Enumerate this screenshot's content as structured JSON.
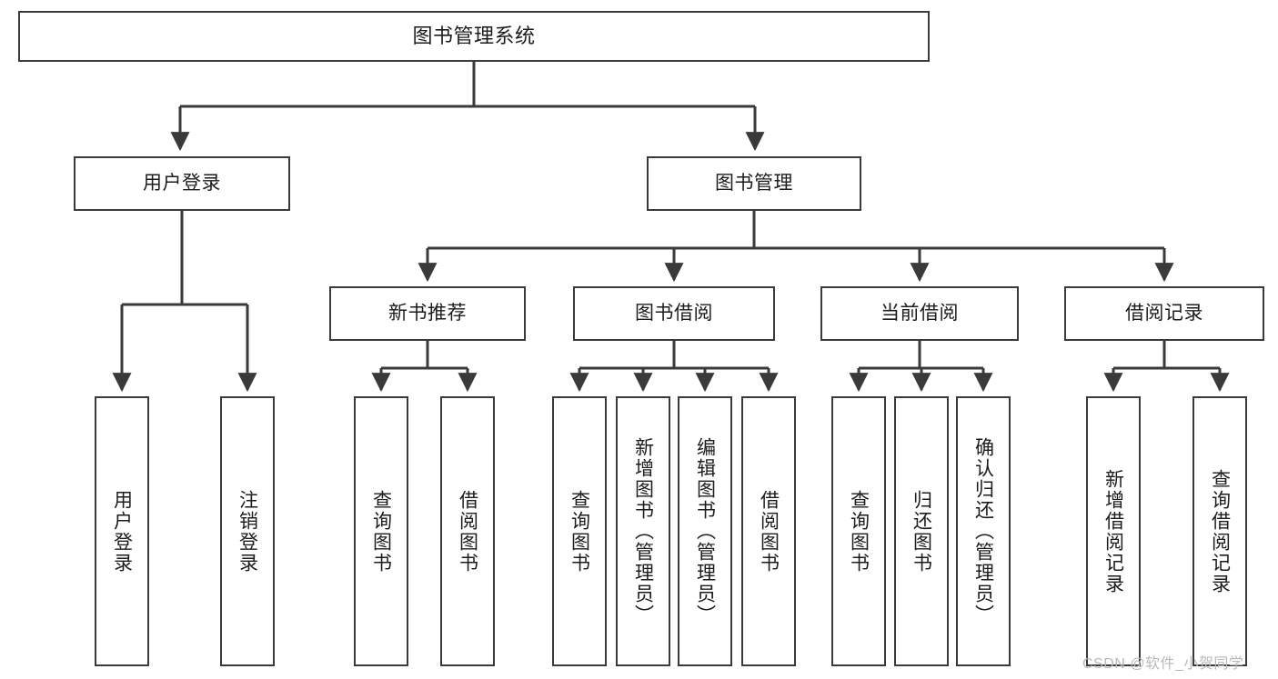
{
  "diagram": {
    "title": "图书管理系统",
    "type": "tree-hierarchy-diagram",
    "colors": {
      "stroke": "#3a3a3a",
      "fill": "#ffffff",
      "text": "#1c1c1c",
      "watermark": "#b9b9b9"
    },
    "nodes": {
      "root": {
        "label": "图书管理系统"
      },
      "level2": [
        {
          "id": "user-login",
          "label": "用户登录"
        },
        {
          "id": "book-management",
          "label": "图书管理"
        }
      ],
      "level3": [
        {
          "id": "new-book-recommend",
          "label": "新书推荐"
        },
        {
          "id": "book-borrow",
          "label": "图书借阅"
        },
        {
          "id": "current-borrow",
          "label": "当前借阅"
        },
        {
          "id": "borrow-record",
          "label": "借阅记录"
        }
      ],
      "leaves": [
        {
          "id": "user-login-leaf",
          "label": "用户登录",
          "parent": "user-login"
        },
        {
          "id": "logout-leaf",
          "label": "注销登录",
          "parent": "user-login"
        },
        {
          "id": "query-book-1",
          "label": "查询图书",
          "parent": "new-book-recommend"
        },
        {
          "id": "borrow-book-1",
          "label": "借阅图书",
          "parent": "new-book-recommend"
        },
        {
          "id": "query-book-2",
          "label": "查询图书",
          "parent": "book-borrow"
        },
        {
          "id": "add-book",
          "label": "新增图书（管理员）",
          "parent": "book-borrow"
        },
        {
          "id": "edit-book",
          "label": "编辑图书（管理员）",
          "parent": "book-borrow"
        },
        {
          "id": "borrow-book-2",
          "label": "借阅图书",
          "parent": "book-borrow"
        },
        {
          "id": "query-book-3",
          "label": "查询图书",
          "parent": "current-borrow"
        },
        {
          "id": "return-book",
          "label": "归还图书",
          "parent": "current-borrow"
        },
        {
          "id": "confirm-return",
          "label": "确认归还（管理员）",
          "parent": "current-borrow"
        },
        {
          "id": "add-borrow-record",
          "label": "新增借阅记录",
          "parent": "borrow-record"
        },
        {
          "id": "query-borrow-record",
          "label": "查询借阅记录",
          "parent": "borrow-record"
        }
      ]
    }
  },
  "watermark": {
    "text": "CSDN @软件_小贺同学"
  }
}
